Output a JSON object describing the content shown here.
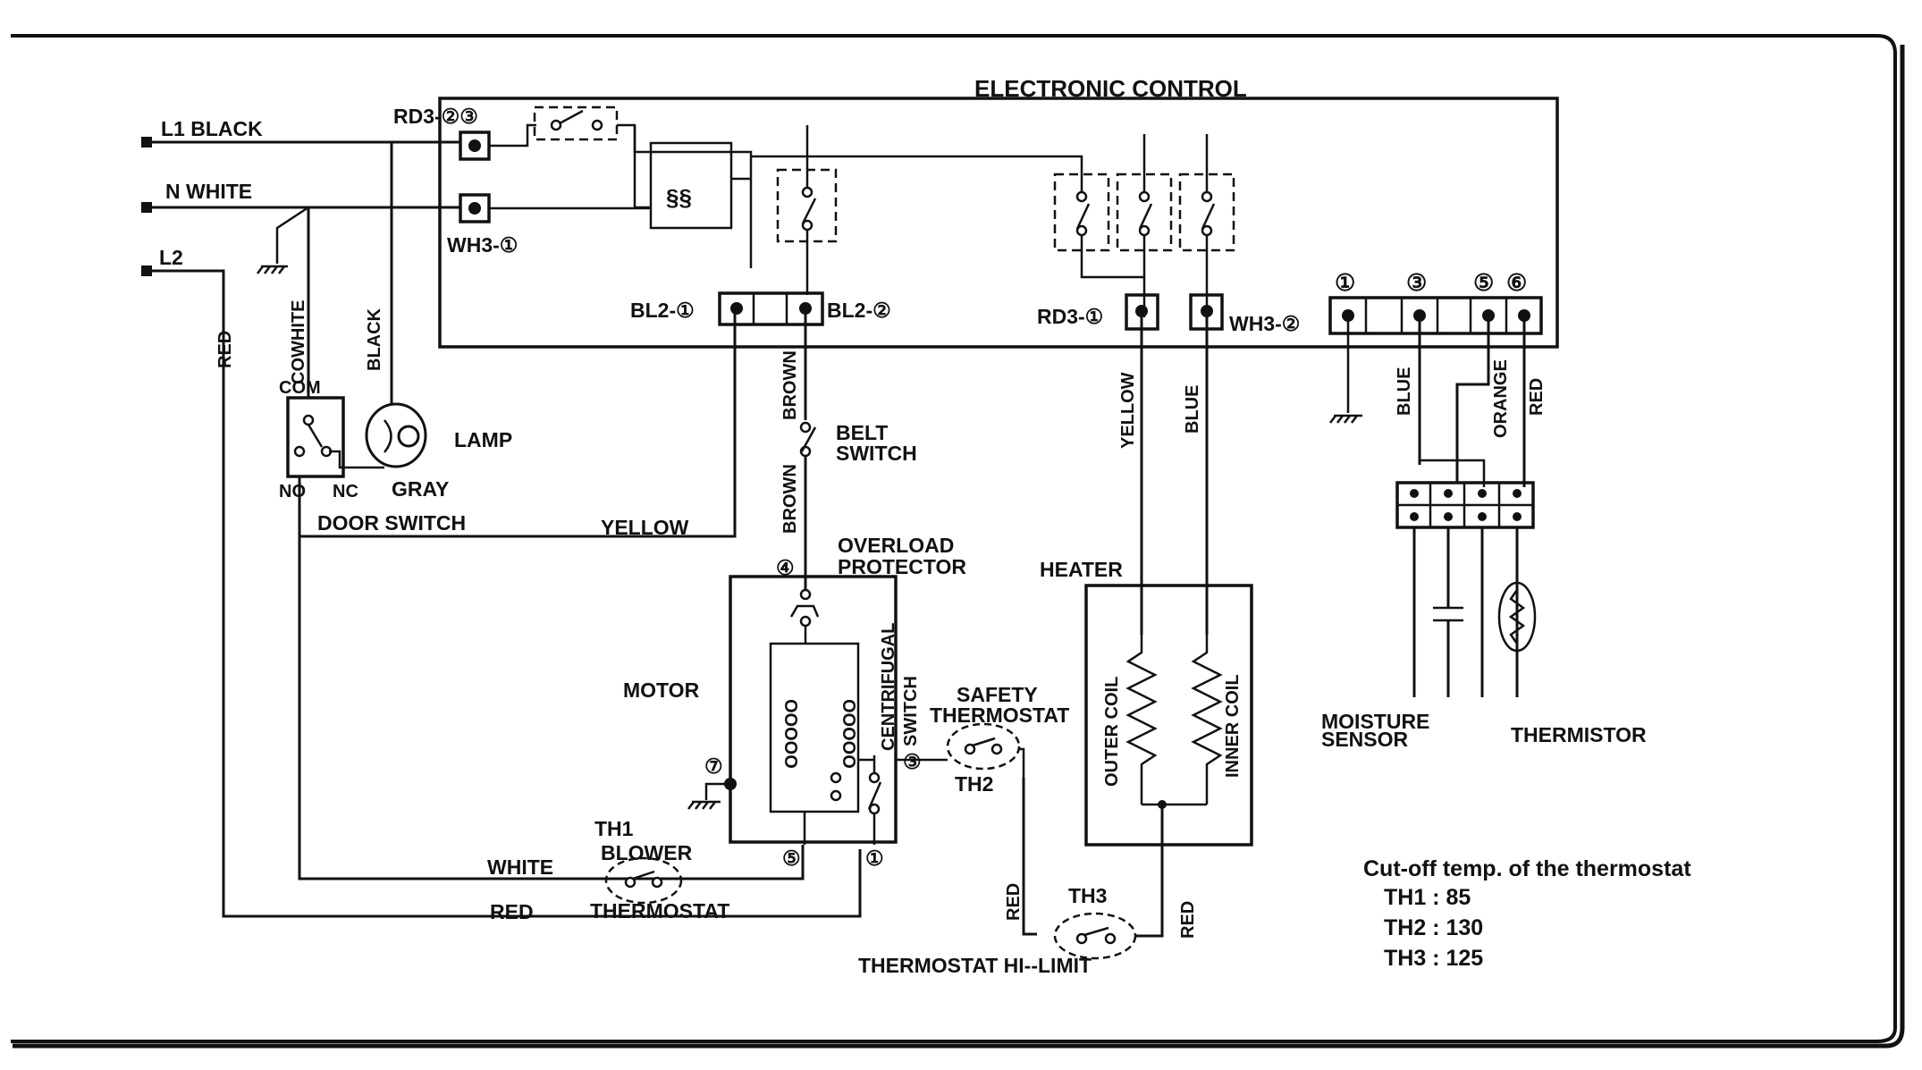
{
  "labels": {
    "electronic_control": "ELECTRONIC CONTROL",
    "l1_black": "L1  BLACK",
    "n_white": "N  WHITE",
    "l2": "L2",
    "red_l2": "RED",
    "rd3_23": "RD3-②③",
    "wh3_1": "WH3-①",
    "bl2_1": "BL2-①",
    "bl2_2": "BL2-②",
    "rd3_1": "RD3-①",
    "wh3_2": "WH3-②",
    "term_1": "①",
    "term_3": "③",
    "term_5": "⑤",
    "term_6": "⑥",
    "cowhite": "COWHITE",
    "com": "COM",
    "black_lamp": "BLACK",
    "lamp": "LAMP",
    "no": "NO",
    "nc": "NC",
    "gray": "GRAY",
    "door_switch": "DOOR SWITCH",
    "yellow_door": "YELLOW",
    "brown_top": "BROWN",
    "brown_bottom": "BROWN",
    "belt_switch_1": "BELT",
    "belt_switch_2": "SWITCH",
    "overload_1": "OVERLOAD",
    "overload_2": "PROTECTOR",
    "yellow_heater": "YELLOW",
    "blue_heater": "BLUE",
    "heater": "HEATER",
    "outer_coil": "OUTER COIL",
    "inner_coil": "INNER COIL",
    "blue_sensor": "BLUE",
    "orange_sensor": "ORANGE",
    "red_sensor": "RED",
    "moisture_1": "MOISTURE",
    "moisture_2": "SENSOR",
    "thermistor": "THERMISTOR",
    "motor": "MOTOR",
    "centrifugal": "CENTRIFUGAL",
    "switch_cf": "SWITCH",
    "safety_1": "SAFETY",
    "safety_2": "THERMOSTAT",
    "th2": "TH2",
    "th1": "TH1",
    "blower": "BLOWER",
    "thermostat_blower": "THERMOSTAT",
    "white_motor": "WHITE",
    "red_motor": "RED",
    "th3": "TH3",
    "red_th3_left": "RED",
    "red_th3_right": "RED",
    "hi_limit": "THERMOSTAT  HI--LIMIT",
    "term_4": "④",
    "term_7": "⑦",
    "term_5b": "⑤",
    "term_1b": "①",
    "term_3b": "③"
  },
  "cutoff": {
    "title": "Cut-off  temp. of  the thermostat",
    "th1": "TH1 : 85",
    "th2": "TH2 : 130",
    "th3": "TH3 : 125"
  }
}
